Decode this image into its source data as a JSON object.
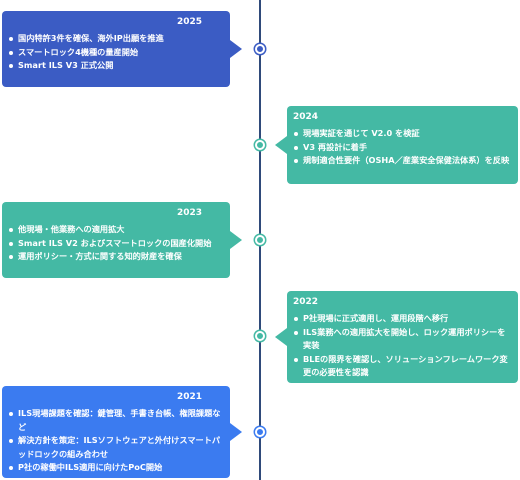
{
  "colors": {
    "line": "#2f4a7a",
    "blue": "#3b5cc4",
    "teal": "#44b9a4",
    "brightBlue": "#3b7bf0"
  },
  "events": [
    {
      "year": "2025",
      "items": [
        "国内特許3件を確保、海外IP出願を推進",
        "スマートロック4機種の量産開始",
        "Smart ILS V3 正式公開"
      ]
    },
    {
      "year": "2024",
      "items": [
        "現場実証を通じて V2.0 を検証",
        "V3 再設計に着手",
        "規制適合性要件（OSHA／産業安全保健法体系）を反映"
      ]
    },
    {
      "year": "2023",
      "items": [
        "他現場・他業務への適用拡大",
        "Smart ILS V2 およびスマートロックの国産化開始",
        "運用ポリシー・方式に関する知的財産を確保"
      ]
    },
    {
      "year": "2022",
      "items": [
        "P社現場に正式適用し、運用段階へ移行",
        "ILS業務への適用拡大を開始し、ロック運用ポリシーを実装",
        "BLEの限界を確認し、ソリューションフレームワーク変更の必要性を認識"
      ]
    },
    {
      "year": "2021",
      "items": [
        "ILS現場課題を確認：鍵管理、手書き台帳、権限課題など",
        "解決方針を策定：ILSソフトウェアと外付けスマートパッドロックの組み合わせ",
        "P社の稼働中ILS適用に向けたPoC開始"
      ]
    }
  ]
}
